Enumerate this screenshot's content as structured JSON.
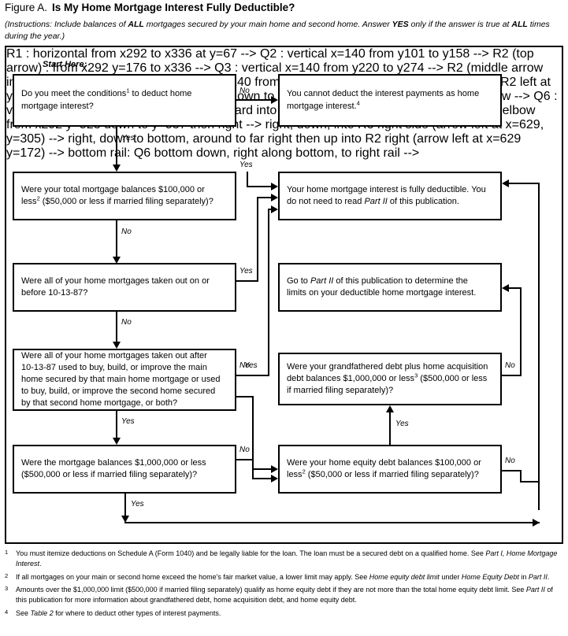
{
  "header": {
    "figure_label": "Figure A.",
    "title": "Is My Home Mortgage Interest Fully Deductible?",
    "instructions_1": "(Instructions: Include balances of ",
    "instructions_all_1": "ALL",
    "instructions_2": " mortgages secured by your main home and second home. Answer ",
    "instructions_yes": "YES",
    "instructions_3": " only if the answer is true at ",
    "instructions_all_2": "ALL",
    "instructions_4": " times during the year.)"
  },
  "chart_data": {
    "type": "diagram",
    "title": "Is My Home Mortgage Interest Fully Deductible?",
    "start_label": "Start Here:",
    "nodes": [
      {
        "id": "q1",
        "kind": "decision",
        "text": "Do you meet the conditions to deduct home mortgage interest?",
        "footnote": "1"
      },
      {
        "id": "r1",
        "kind": "terminal",
        "text": "You cannot deduct the interest payments as home mortgage interest.",
        "footnote": "4"
      },
      {
        "id": "q2",
        "kind": "decision",
        "text": "Were your total mortgage balances $100,000 or less ($50,000 or less if married filing separately)?",
        "footnote": "2"
      },
      {
        "id": "r2",
        "kind": "terminal",
        "text": "Your home mortgage interest is fully deductible. You do not need to read Part II of this publication."
      },
      {
        "id": "q3",
        "kind": "decision",
        "text": "Were all of your home mortgages taken out on or before 10-13-87?"
      },
      {
        "id": "r3",
        "kind": "terminal",
        "text": "Go to Part II of this publication to determine the limits on your deductible home mortgage interest."
      },
      {
        "id": "q4",
        "kind": "decision",
        "text": "Were all of your home mortgages taken out after 10-13-87 used to buy, build, or improve the main home secured by that main home mortgage or used to buy, build, or improve the second home secured by that second home mortgage, or both?"
      },
      {
        "id": "q5",
        "kind": "decision",
        "text": "Were your grandfathered debt plus home acquisition debt balances $1,000,000 or less ($500,000 or less if married filing separately)?",
        "footnote": "3"
      },
      {
        "id": "q6",
        "kind": "decision",
        "text": "Were the mortgage balances $1,000,000 or less ($500,000 or less if married filing separately)?"
      },
      {
        "id": "q7",
        "kind": "decision",
        "text": "Were your home equity debt balances $100,000 or less ($50,000 or less if married filing separately)?",
        "footnote": "2"
      }
    ],
    "edges": [
      {
        "from": "q1",
        "to": "r1",
        "label": "No"
      },
      {
        "from": "q1",
        "to": "q2",
        "label": "Yes"
      },
      {
        "from": "q2",
        "to": "r2",
        "label": "Yes"
      },
      {
        "from": "q2",
        "to": "q3",
        "label": "No"
      },
      {
        "from": "q3",
        "to": "r2",
        "label": "Yes"
      },
      {
        "from": "q3",
        "to": "q4",
        "label": "No"
      },
      {
        "from": "q4",
        "to": "q6",
        "label": "Yes"
      },
      {
        "from": "q4",
        "to": "q5",
        "label": "No"
      },
      {
        "from": "q5",
        "to": "r2",
        "label": "Yes"
      },
      {
        "from": "q5",
        "to": "r3",
        "label": "No"
      },
      {
        "from": "q6",
        "to": "q7",
        "label": "No"
      },
      {
        "from": "q6",
        "to": "r3",
        "label": "Yes"
      },
      {
        "from": "q7",
        "to": "r2",
        "label": "Yes"
      },
      {
        "from": "q7",
        "to": "r3",
        "label": "No"
      }
    ]
  },
  "boxes": {
    "q1": {
      "line1_a": "Do you meet the conditions",
      "sup": "1",
      "line1_b": " to deduct home",
      "line2": "mortgage interest?"
    },
    "r1": {
      "line1": "You cannot deduct the interest payments as home",
      "line2_a": "mortgage interest.",
      "sup": "4"
    },
    "q2": {
      "line1": "Were your total mortgage balances $100,000 or",
      "line2_a": "less",
      "sup": "2",
      "line2_b": " ($50,000 or less if married filing separately)?"
    },
    "r2": {
      "line1": "Your home mortgage interest is fully deductible. You",
      "line2_a": "do not need to read ",
      "line2_em": "Part II",
      "line2_b": " of this publication."
    },
    "q3": {
      "line1": "Were all of your home mortgages taken out on or",
      "line2": "before 10-13-87?"
    },
    "r3": {
      "line1_a": "Go to ",
      "line1_em": "Part II",
      "line1_b": " of this publication to determine the",
      "line2": "limits on your deductible home mortgage interest."
    },
    "q4": {
      "line1": "Were all of your home mortgages taken out after",
      "line2": "10-13-87 used to buy, build, or improve the main",
      "line3": "home secured by that main home mortgage or used",
      "line4": "to buy, build, or improve the second home secured",
      "line5": "by that second home mortgage, or both?"
    },
    "q5": {
      "line1": "Were your grandfathered debt plus home acquisition",
      "line2_a": "debt balances $1,000,000 or less",
      "sup": "3",
      "line2_b": " ($500,000 or less",
      "line3": "if married filing separately)?"
    },
    "q6": {
      "line1": "Were the mortgage balances $1,000,000 or less",
      "line2": "($500,000 or less if married filing separately)?"
    },
    "q7": {
      "line1": "Were your home equity debt balances $100,000 or",
      "line2_a": "less",
      "sup": "2",
      "line2_b": " ($50,000 or less if married filing separately)?"
    }
  },
  "edge_labels": {
    "q1_no": "No",
    "q1_yes": "Yes",
    "q2_yes": "Yes",
    "q2_no": "No",
    "q3_yes": "Yes",
    "q3_no": "No",
    "q4_no": "No",
    "q4_yes_right": "Yes",
    "q4_yes_down": "Yes",
    "q5_yes": "Yes",
    "q5_no": "No",
    "q6_no": "No",
    "q6_yes": "Yes",
    "q7_no": "No"
  },
  "footnotes": [
    {
      "marker": "1",
      "part_a": "You must itemize deductions on Schedule A (Form 1040) and be legally liable for the loan. The loan must be a secured debt on a qualified home. See ",
      "em_a": "Part I, Home Mortgage Interest",
      "part_b": "."
    },
    {
      "marker": "2",
      "part_a": "If all mortgages on your main or second home exceed the home's fair market value, a lower limit may apply. See ",
      "em_a": "Home equity debt limit",
      "part_b": " under ",
      "em_b": "Home Equity Debt",
      "part_c": " in ",
      "em_c": "Part II",
      "part_d": "."
    },
    {
      "marker": "3",
      "part_a": "Amounts over the $1,000,000 limit ($500,000 if married filing separately) qualify as home equity debt if they are not more than the total home equity debt limit. See ",
      "em_a": "Part II",
      "part_b": " of this publication for more information about grandfathered debt, home acquisition debt, and home equity debt."
    },
    {
      "marker": "4",
      "part_a": "See ",
      "em_a": "Table 2",
      "part_b": " for where to deduct other types of interest payments."
    }
  ]
}
